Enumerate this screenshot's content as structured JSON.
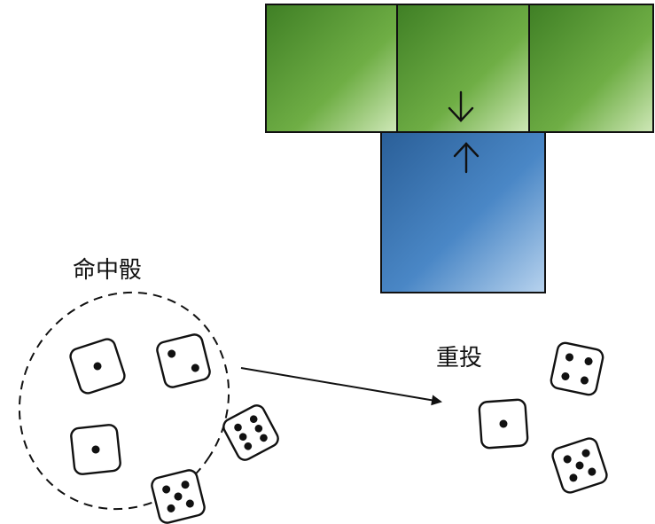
{
  "labels": {
    "hit_dice": "命中骰",
    "reroll": "重投"
  },
  "colors": {
    "green_top": "#5f9c3b",
    "green_light": "#bfe0a8",
    "blue_dark": "#2f6aa6",
    "blue_light": "#a9c9e8",
    "stroke": "#111111"
  },
  "dice": {
    "selected_for_reroll": [
      1,
      2,
      1
    ],
    "not_selected": [
      6,
      5
    ],
    "after_reroll": [
      1,
      4,
      5
    ]
  }
}
